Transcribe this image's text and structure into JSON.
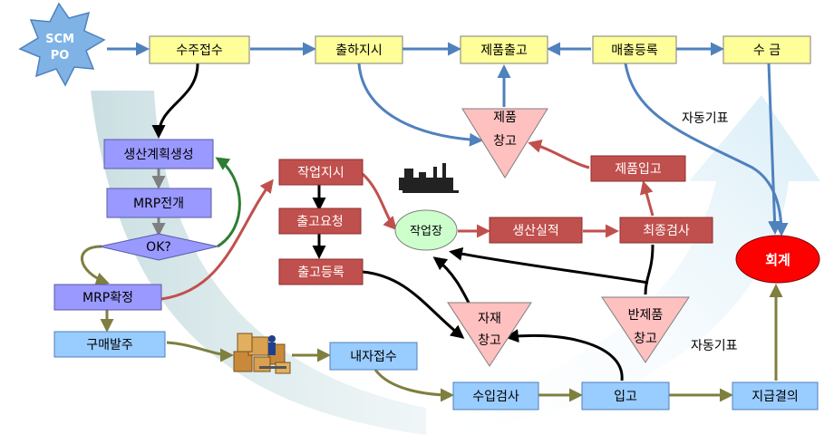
{
  "labels": {
    "scm": "SCM",
    "po": "PO",
    "order_receipt": "수주접수",
    "shipping_instruction": "출하지시",
    "product_shipment": "제품출고",
    "sales_registration": "매출등록",
    "collection": "수 금",
    "production_plan": "생산계획생성",
    "mrp_expand": "MRP전개",
    "ok": "OK?",
    "mrp_confirm": "MRP확정",
    "purchase_order": "구매발주",
    "work_order": "작업지시",
    "issue_request": "출고요청",
    "issue_registration": "출고등록",
    "workshop": "작업장",
    "production_result": "생산실적",
    "final_inspection": "최종검사",
    "product_receipt": "제품입고",
    "product_warehouse_1": "제품",
    "product_warehouse_2": "창고",
    "material_warehouse_1": "자재",
    "material_warehouse_2": "창고",
    "semi_warehouse_1": "반제품",
    "semi_warehouse_2": "창고",
    "material_receipt": "내자접수",
    "incoming_inspection": "수입검사",
    "stock_in": "입고",
    "payment_resolution": "지급결의",
    "accounting": "회계",
    "auto_slip_top": "자동기표",
    "auto_slip_bottom": "자동기표"
  },
  "colors": {
    "yellow_box": "#ffff99",
    "blue_box": "#99ccff",
    "purple_box": "#9999ff",
    "red_box": "#c0504d",
    "pink_triangle": "#ffc0c0",
    "green_circle": "#ccffcc",
    "red_ellipse": "#ff0000",
    "starburst": "#7fb3e6",
    "blue_arrow": "#4f81bd",
    "red_arrow": "#c0504d",
    "olive_arrow": "#7f7f3f",
    "green_arrow": "#2e7d32"
  }
}
